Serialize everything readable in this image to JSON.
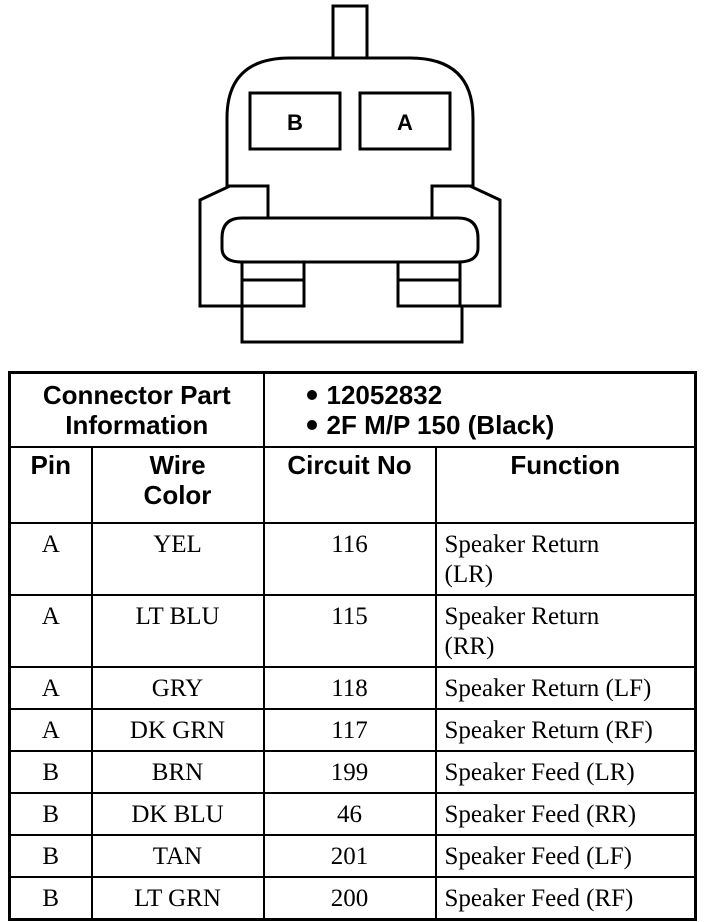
{
  "connector_diagram": {
    "cavities": [
      {
        "label": "B"
      },
      {
        "label": "A"
      }
    ]
  },
  "table": {
    "part_info_label_line1": "Connector Part",
    "part_info_label_line2": "Information",
    "part_info_values": [
      "12052832",
      "2F M/P 150 (Black)"
    ],
    "headers": {
      "pin": "Pin",
      "wire_color_line1": "Wire",
      "wire_color_line2": "Color",
      "circuit_no": "Circuit No",
      "function": "Function"
    },
    "rows": [
      {
        "pin": "A",
        "wire_color": "YEL",
        "circuit_no": "116",
        "function_line1": "Speaker Return",
        "function_line2": "(LR)"
      },
      {
        "pin": "A",
        "wire_color": "LT BLU",
        "circuit_no": "115",
        "function_line1": "Speaker Return",
        "function_line2": "(RR)"
      },
      {
        "pin": "A",
        "wire_color": "GRY",
        "circuit_no": "118",
        "function_line1": "Speaker Return (LF)",
        "function_line2": ""
      },
      {
        "pin": "A",
        "wire_color": "DK GRN",
        "circuit_no": "117",
        "function_line1": "Speaker Return (RF)",
        "function_line2": ""
      },
      {
        "pin": "B",
        "wire_color": "BRN",
        "circuit_no": "199",
        "function_line1": "Speaker Feed (LR)",
        "function_line2": ""
      },
      {
        "pin": "B",
        "wire_color": "DK BLU",
        "circuit_no": "46",
        "function_line1": "Speaker Feed (RR)",
        "function_line2": ""
      },
      {
        "pin": "B",
        "wire_color": "TAN",
        "circuit_no": "201",
        "function_line1": "Speaker Feed (LF)",
        "function_line2": ""
      },
      {
        "pin": "B",
        "wire_color": "LT GRN",
        "circuit_no": "200",
        "function_line1": "Speaker Feed (RF)",
        "function_line2": ""
      }
    ]
  }
}
